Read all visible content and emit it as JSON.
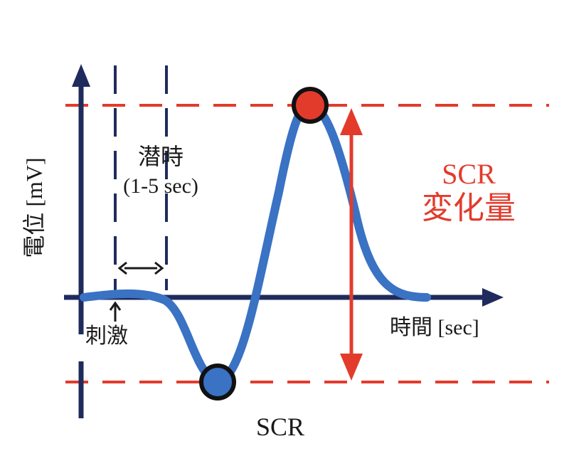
{
  "diagram": {
    "latency": {
      "label": "潜時",
      "range": "(1-5 sec)"
    },
    "stimulus_label": "刺激",
    "x_axis_label": "時間 [sec]",
    "y_axis_label": "電位 [mV]",
    "scr_label": "SCR",
    "amplitude_label": {
      "line1": "SCR",
      "line2": "変化量"
    },
    "colors": {
      "axis": "#1f2b5c",
      "waveform": "#3a72c4",
      "reference_lines": "#e23b2c",
      "peak_marker": "#e23b2c",
      "trough_marker": "#3a72c4",
      "text": "#1a1a1a",
      "amplitude_text": "#e23b2c"
    }
  }
}
